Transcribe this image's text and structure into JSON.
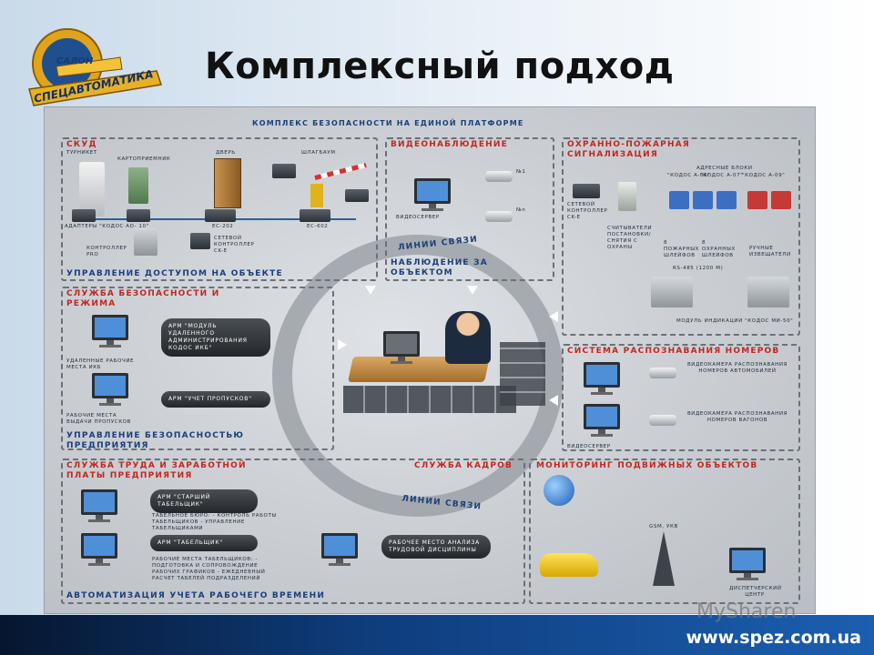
{
  "title": "Комплексный подход",
  "logo": {
    "top_text": "САЛОН",
    "bottom_text": "СПЕЦАВТОМАТИКА"
  },
  "footer": {
    "url": "www.spez.com.ua",
    "watermark": "MySharen"
  },
  "poster": {
    "header": "КОМПЛЕКС БЕЗОПАСНОСТИ НА ЕДИНОЙ ПЛАТФОРМЕ",
    "skud": {
      "title": "СКУД",
      "turnstile": "ТУРНИКЕТ",
      "card_reader": "КАРТОПРИЕМНИК",
      "door": "ДВЕРЬ",
      "barrier": "ШЛАГБАУМ",
      "adapters": "АДАПТЕРЫ \"КОДОС AD- 10\"",
      "controller": "КОНТРОЛЛЕР PRO",
      "ec202": "EC-202",
      "ec602": "EC-602",
      "net_controller": "СЕТЕВОЙ КОНТРОЛЛЕР CK-E",
      "footer": "УПРАВЛЕНИЕ ДОСТУПОМ НА ОБЪЕКТЕ"
    },
    "video": {
      "title": "ВИДЕОНАБЛЮДЕНИЕ",
      "server": "ВИДЕОСЕРВЕР",
      "cam1": "№1",
      "camn": "№n",
      "footer": "НАБЛЮДЕНИЕ ЗА ОБЪЕКТОМ"
    },
    "fire": {
      "title": "ОХРАННО-ПОЖАРНАЯ СИГНАЛИЗАЦИЯ",
      "address_blocks": "АДРЕСНЫЕ БЛОКИ",
      "kodos_a06": "\"КОДОС A-06\"",
      "kodos_a07": "\"КОДОС A-07\"",
      "kodos_a09": "\"КОДОС A-09\"",
      "net_controller": "СЕТЕВОЙ КОНТРОЛЛЕР CK-E",
      "readers": "СЧИТЫВАТЕЛИ ПОСТАНОВКИ/СНЯТИЯ С ОХРАНЫ",
      "fire_loops": "8 ПОЖАРНЫХ ШЛЕЙФОВ",
      "guard_loops": "8 ОХРАННЫХ ШЛЕЙФОВ",
      "manual": "РУЧНЫЕ ИЗВЕЩАТЕЛИ",
      "rs485": "RS-485 (1200 M)",
      "indication": "МОДУЛЬ ИНДИКАЦИИ \"КОДОС МИ-50\""
    },
    "security_service": {
      "title": "СЛУЖБА БЕЗОПАСНОСТИ И РЕЖИМА",
      "arm1": "АРМ \"МОДУЛЬ УДАЛЕННОГО АДМИНИСТРИРОВАНИЯ КОДОС ИКБ\"",
      "arm2": "АРМ \"УЧЕТ ПРОПУСКОВ\"",
      "remote": "УДАЛЕННЫЕ РАБОЧИЕ МЕСТА ИКБ",
      "passes": "РАБОЧИЕ МЕСТА ВЫДАЧИ ПРОПУСКОВ",
      "footer": "УПРАВЛЕНИЕ БЕЗОПАСНОСТЬЮ ПРЕДПРИЯТИЯ"
    },
    "plates": {
      "title": "СИСТЕМА РАСПОЗНАВАНИЯ НОМЕРОВ",
      "cam_cars": "ВИДЕОКАМЕРА РАСПОЗНАВАНИЯ НОМЕРОВ АВТОМОБИЛЕЙ",
      "cam_wagons": "ВИДЕОКАМЕРА РАСПОЗНАВАНИЯ НОМЕРОВ ВАГОНОВ",
      "server": "ВИДЕОСЕРВЕР"
    },
    "labor": {
      "title": "СЛУЖБА ТРУДА И ЗАРАБОТНОЙ ПЛАТЫ ПРЕДПРИЯТИЯ",
      "hr": "СЛУЖБА КАДРОВ",
      "arm_senior": "АРМ \"СТАРШИЙ ТАБЕЛЬЩИК\"",
      "bureau": "ТАБЕЛЬНОЕ БЮРО: - КОНТРОЛЬ РАБОТЫ ТАБЕЛЬЩИКОВ - УПРАВЛЕНИЕ ТАБЕЛЬЩИКАМИ",
      "arm_tab": "АРМ \"ТАБЕЛЬЩИК\"",
      "places": "РАБОЧИЕ МЕСТА ТАБЕЛЬЩИКОВ: - ПОДГОТОВКА И СОПРОВОЖДЕНИЕ РАБОЧИХ ГРАФИКОВ - ЕЖЕДНЕВНЫЙ РАСЧЕТ ТАБЕЛЕЙ ПОДРАЗДЕЛЕНИЙ",
      "discipline": "РАБОЧЕЕ МЕСТО АНАЛИЗА ТРУДОВОЙ ДИСЦИПЛИНЫ",
      "footer": "АВТОМАТИЗАЦИЯ УЧЕТА РАБОЧЕГО ВРЕМЕНИ"
    },
    "mobile": {
      "title": "МОНИТОРИНГ ПОДВИЖНЫХ ОБЪЕКТОВ",
      "gsm": "GSM, УКВ",
      "dispatch": "ДИСПЕТЧЕРСКИЙ ЦЕНТР"
    },
    "links": "ЛИНИИ СВЯЗИ",
    "colors": {
      "red_label": "#c4261f",
      "blue_label": "#1b3f7a",
      "wire": "#2a5fa0"
    }
  }
}
